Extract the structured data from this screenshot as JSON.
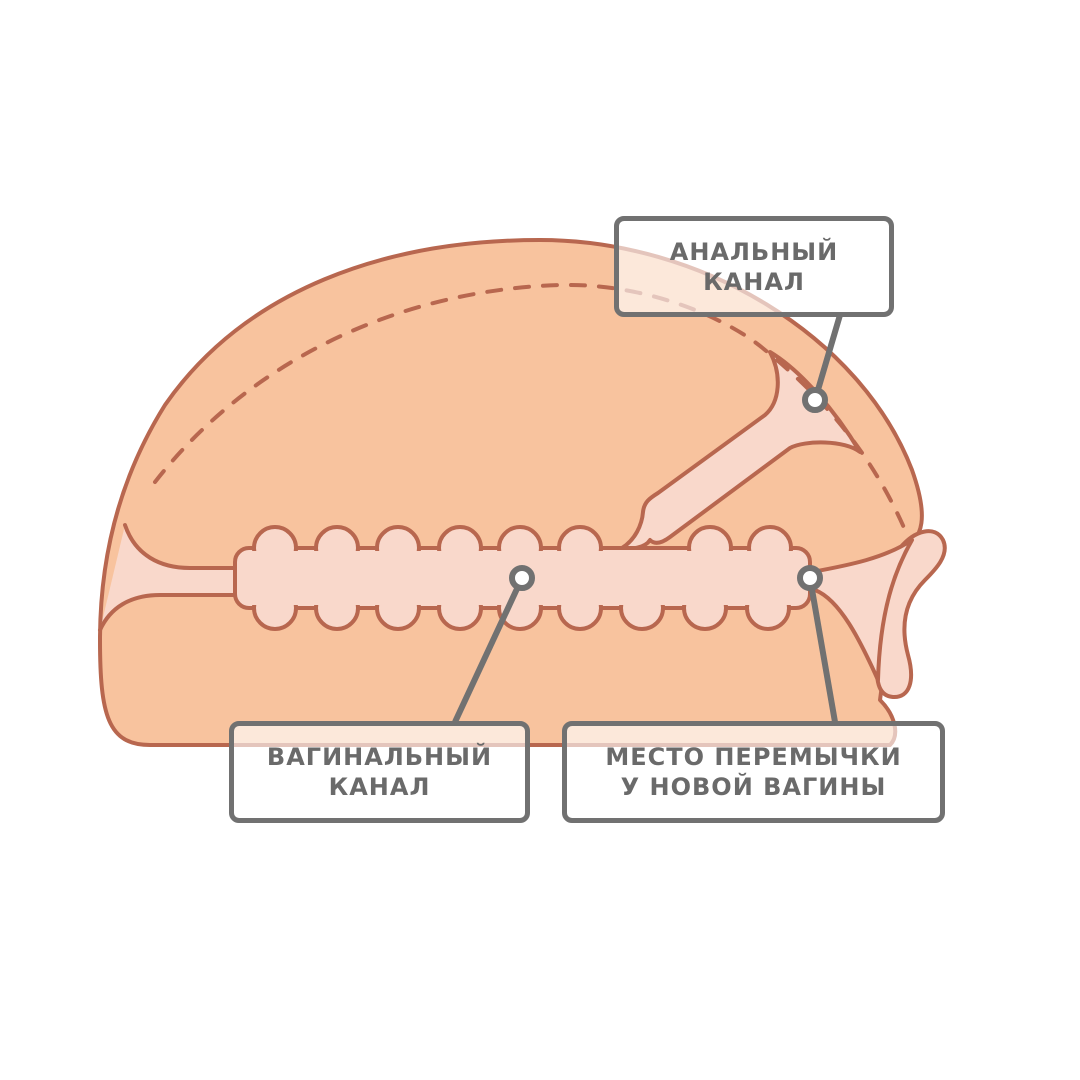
{
  "colors": {
    "body": "#F8C39E",
    "outline": "#B8674F",
    "canal": "#F9D8CB",
    "pointer": "#717171"
  },
  "labels": {
    "anal_canal": [
      "АНАЛЬНЫЙ",
      "КАНАЛ"
    ],
    "vaginal_canal": [
      "ВАГИНАЛЬНЫЙ",
      "КАНАЛ"
    ],
    "bridge_site": [
      "МЕСТО ПЕРЕМЫЧКИ",
      "У НОВОЙ ВАГИНЫ"
    ]
  }
}
